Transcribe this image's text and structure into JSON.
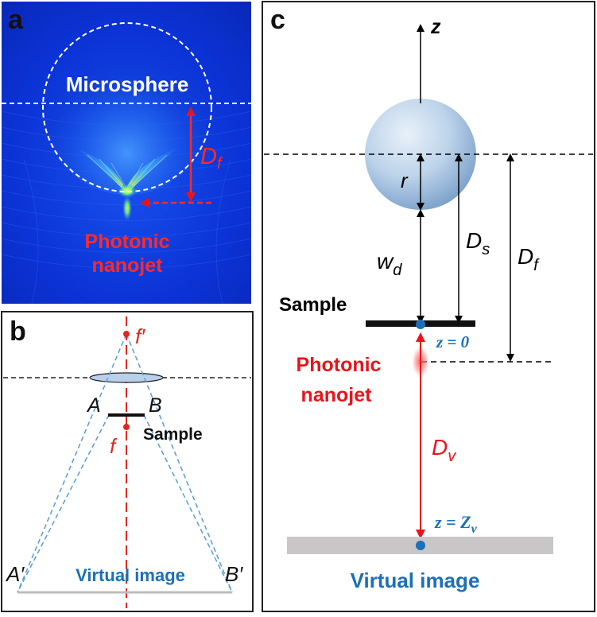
{
  "panel_a": {
    "label": "a",
    "sphere_label": "Microsphere",
    "distance_label_main": "D",
    "distance_label_sub": "f",
    "jet_label_line1": "Photonic",
    "jet_label_line2": "nanojet",
    "colors": {
      "background": "#0b2fd8",
      "jet": "#ff2a2a",
      "text": "#ffffff"
    }
  },
  "panel_b": {
    "label": "b",
    "focus_top": "f′",
    "focus_bottom": "f",
    "point_a": "A",
    "point_b": "B",
    "sample_label": "Sample",
    "virtual_a": "A′",
    "virtual_b": "B′",
    "virtual_label": "Virtual image",
    "colors": {
      "axis": "#e0281e",
      "rays": "#5a9bd5",
      "virtual_text": "#1c6fb8"
    }
  },
  "panel_c": {
    "label": "c",
    "axis_label": "z",
    "r_label": "r",
    "wd_main": "w",
    "wd_sub": "d",
    "ds_main": "D",
    "ds_sub": "s",
    "df_main": "D",
    "df_sub": "f",
    "sample_label": "Sample",
    "z0_label": "z = 0",
    "jet_label_line1": "Photonic",
    "jet_label_line2": "nanojet",
    "dv_main": "D",
    "dv_sub": "v",
    "zv_label_left": "z = ",
    "zv_label_main": "Z",
    "zv_label_sub": "v",
    "virtual_label": "Virtual image",
    "colors": {
      "red": "#e8141a",
      "blue": "#1c6fb8",
      "sample": "#111111",
      "plane": "#c8c6c6"
    }
  }
}
